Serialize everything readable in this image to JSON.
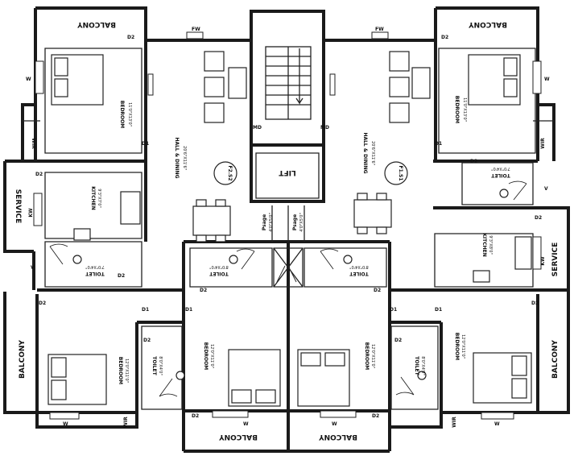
{
  "labels": {
    "balcony": "BALCONY",
    "bedroom": "BEDROOM",
    "toilet": "TOILET",
    "kitchen": "KITCHEN",
    "service": "SERVICE",
    "hall_dining": "HALL & DINING",
    "lift": "LIFT",
    "passage": "Psage",
    "wir": "WIR",
    "kw": "KW"
  },
  "codes": {
    "d1": "D1",
    "d2": "D2",
    "fw": "FW",
    "md": "MD",
    "w": "W",
    "v": "V",
    "flat_left": "F2.S2",
    "flat_right": "F1.S1"
  },
  "dims": {
    "bedroom_top_left": "11'0\"X13'0\"",
    "bedroom_top_right": "11'0\"X13'0\"",
    "hall_left": "20'6\"X11'6\"",
    "hall_right": "20'6\"X11'6\"",
    "kitchen_left": "9'3\"X7'0\"",
    "kitchen_right": "9'3\"X8'0\"",
    "toilet_left": "7'0\"X4'0\"",
    "toilet_right": "7'0\"X4'0\"",
    "toilet_mid_left": "8'0\"X4'0\"",
    "toilet_mid_right": "8'0\"X4'0\"",
    "passage_left": "4'0\"X5'0\"",
    "passage_right": "4'0\"X5'0\"",
    "bedroom_bottom_left": "12'0\"X11'0\"",
    "bedroom_bottom_right": "12'0\"X11'0\"",
    "bedroom_mid_left": "12'0\"X11'0\"",
    "bedroom_mid_right": "12'0\"X11'0\"",
    "toilet_bottom_left": "8'0\"X4'0\"",
    "toilet_bottom_right": "8'0\"X4'0\""
  }
}
